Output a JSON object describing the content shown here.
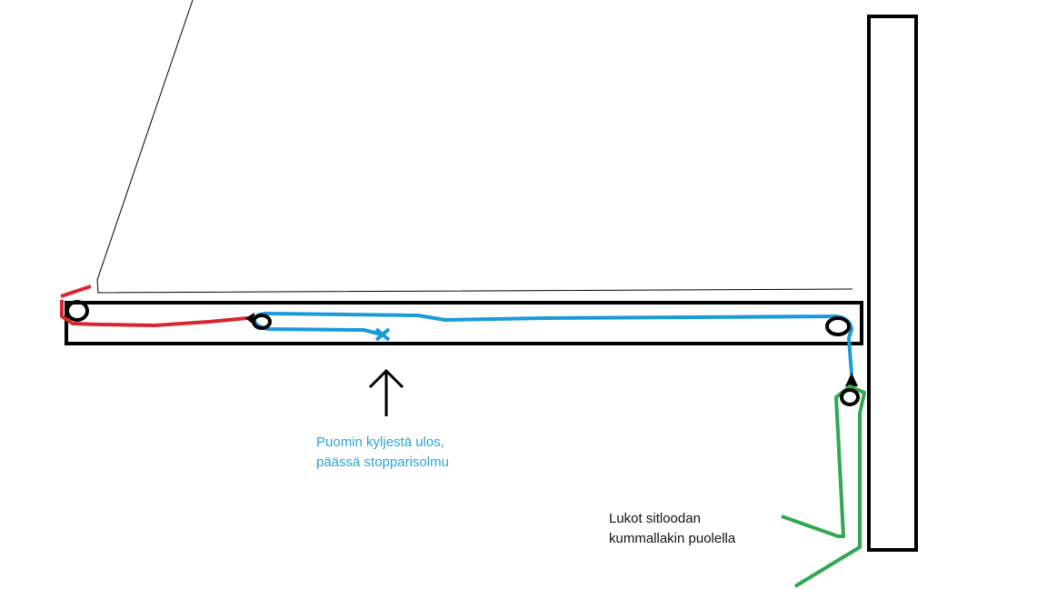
{
  "annotations": {
    "side_exit": {
      "line1": "Puomin kyljestä ulos,",
      "line2": "päässä stopparisolmu"
    },
    "locks": {
      "line1": "Lukot sitloodan",
      "line2": "kummallakin puolella"
    }
  },
  "colors": {
    "red_line": "#d9262e",
    "blue_line": "#1a9ad9",
    "green_line": "#2fa84f",
    "outline": "#000000",
    "blue_text": "#2aa3dc"
  }
}
